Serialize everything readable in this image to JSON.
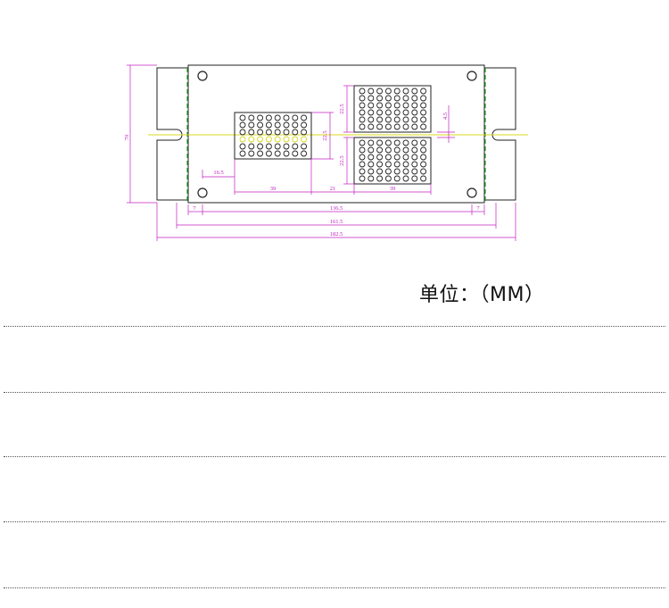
{
  "colors": {
    "dimension": "#c020c0",
    "centerline": "#d8d820",
    "ground": "#20a020",
    "outline": "#222222"
  },
  "drawing": {
    "dims": {
      "height_total": "70",
      "left_edge_to_window": "16.5",
      "grid_left_height": "22.5",
      "grid_right_top_height": "22.5",
      "grid_right_bottom_height": "22.5",
      "slot_gap": "4.5",
      "grid_left_width": "39",
      "grid_gap": "21",
      "grid_right_width": "39",
      "edge_left": "7",
      "edge_right": "7",
      "inner_span": "136.5",
      "mid_span": "161.5",
      "overall_span": "182.5"
    }
  },
  "unit_label": "单位：（MM）"
}
